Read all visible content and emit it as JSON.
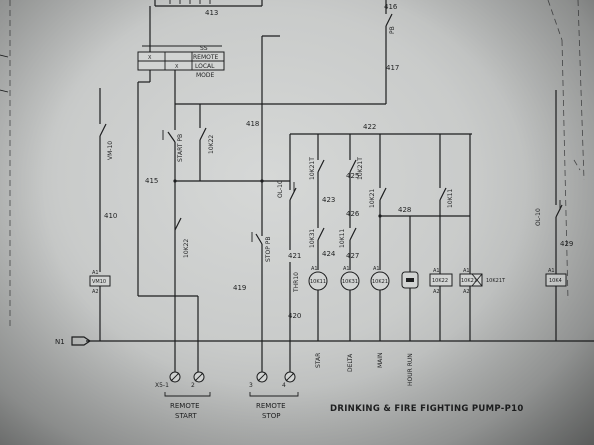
{
  "title": "DRINKING & FIRE FIGHTING PUMP-P10",
  "wire_numbers": {
    "w413": "413",
    "w416": "416",
    "w417": "417",
    "w418": "418",
    "w422": "422",
    "w415": "415",
    "w410": "410",
    "w419": "419",
    "w421": "421",
    "w420": "420",
    "w423": "423",
    "w424": "424",
    "w425": "425",
    "w426": "426",
    "w427": "427",
    "w428": "428",
    "w429": "429"
  },
  "selector_switch": {
    "tag": "SS",
    "remote": "REMOTE",
    "local": "LOCAL",
    "mode": "MODE",
    "x1": "X",
    "x2": "X"
  },
  "components": {
    "pb": "PB",
    "vm10": "VM-10",
    "start_pb": "START PB",
    "k10k22_top": "10K22",
    "k10k22_bottom": "10K22",
    "ol10": "OL-10",
    "stop_pb": "STOP PB",
    "k10k21t_1": "10K21T",
    "k10k21t_2": "10K21T",
    "k10k31": "10K31",
    "k10k11_a": "10K11",
    "k10k21_a": "10K21",
    "k10k11_b": "10K11",
    "thr10": "THR10",
    "ol10_right": "OL-10"
  },
  "coils": {
    "vm10_box": "VM10",
    "k10k11": "10K11",
    "k10k31": "10K31",
    "k10k21": "10K21",
    "k10k22": "10K22",
    "k10k21t": "10K21T",
    "k10k4": "10K4",
    "k10k21t_label": "10K21"
  },
  "coil_terminals": {
    "a1": "A1",
    "a2": "A2"
  },
  "rail_label": "N1",
  "bottom_labels": {
    "star": "STAR",
    "delta": "DELTA",
    "main": "MAIN",
    "hour_run": "HOUR RUN"
  },
  "terminals": {
    "t1": "X5-1",
    "t2": "2",
    "t3": "3",
    "t4": "4"
  },
  "groups": {
    "remote_start_1": "REMOTE",
    "remote_start_2": "START",
    "remote_stop_1": "REMOTE",
    "remote_stop_2": "STOP"
  }
}
